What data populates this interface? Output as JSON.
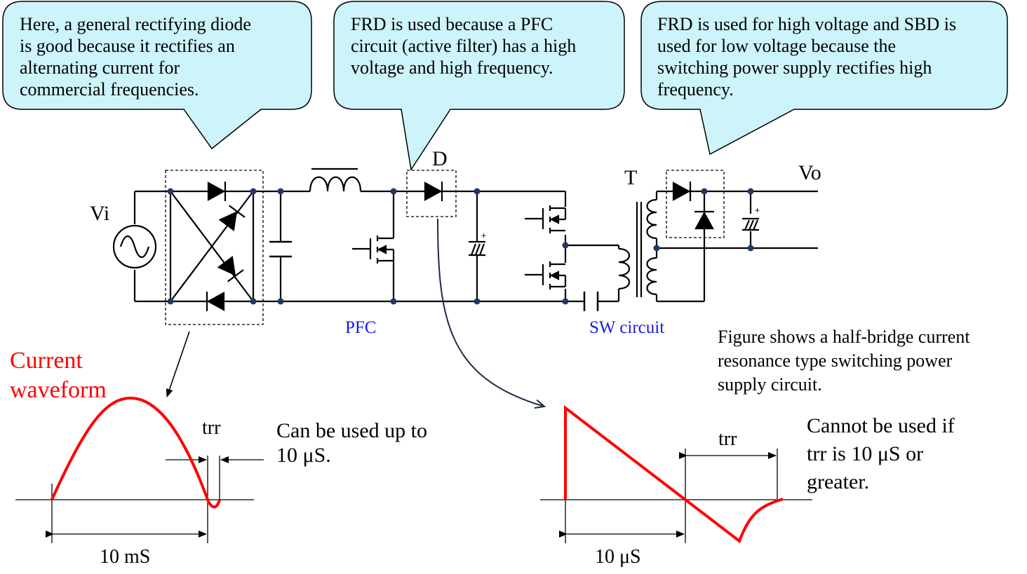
{
  "callouts": {
    "left": [
      "Here, a general rectifying diode",
      "is good because it rectifies an",
      "alternating current for",
      "commercial frequencies."
    ],
    "middle": [
      "FRD is used because a PFC",
      "circuit (active filter) has a high",
      "voltage and high frequency."
    ],
    "right": [
      "FRD is used for high voltage and SBD is",
      "used for low voltage because the",
      "switching power supply rectifies high",
      "frequency."
    ]
  },
  "labels": {
    "vi": "Vi",
    "d": "D",
    "t": "T",
    "vo": "Vo",
    "pfc": "PFC",
    "sw_circuit": "SW circuit"
  },
  "caption": [
    "Figure shows a half-bridge current",
    "resonance type switching power",
    "supply circuit."
  ],
  "current_waveform": [
    "Current",
    "waveform"
  ],
  "waveform_left": {
    "trr": "trr",
    "period": "10 mS",
    "note": [
      "Can be used up to",
      "10 μS."
    ]
  },
  "waveform_right": {
    "trr": "trr",
    "period": "10 μS",
    "note": [
      "Cannot be used if",
      "trr is 10 μS or",
      "greater."
    ]
  },
  "colors": {
    "callout_fill": "#cdf4fa",
    "waveform": "#ff0000",
    "blue_label": "#1a1ae6",
    "wire": "#000000",
    "node": "#1f3864"
  }
}
